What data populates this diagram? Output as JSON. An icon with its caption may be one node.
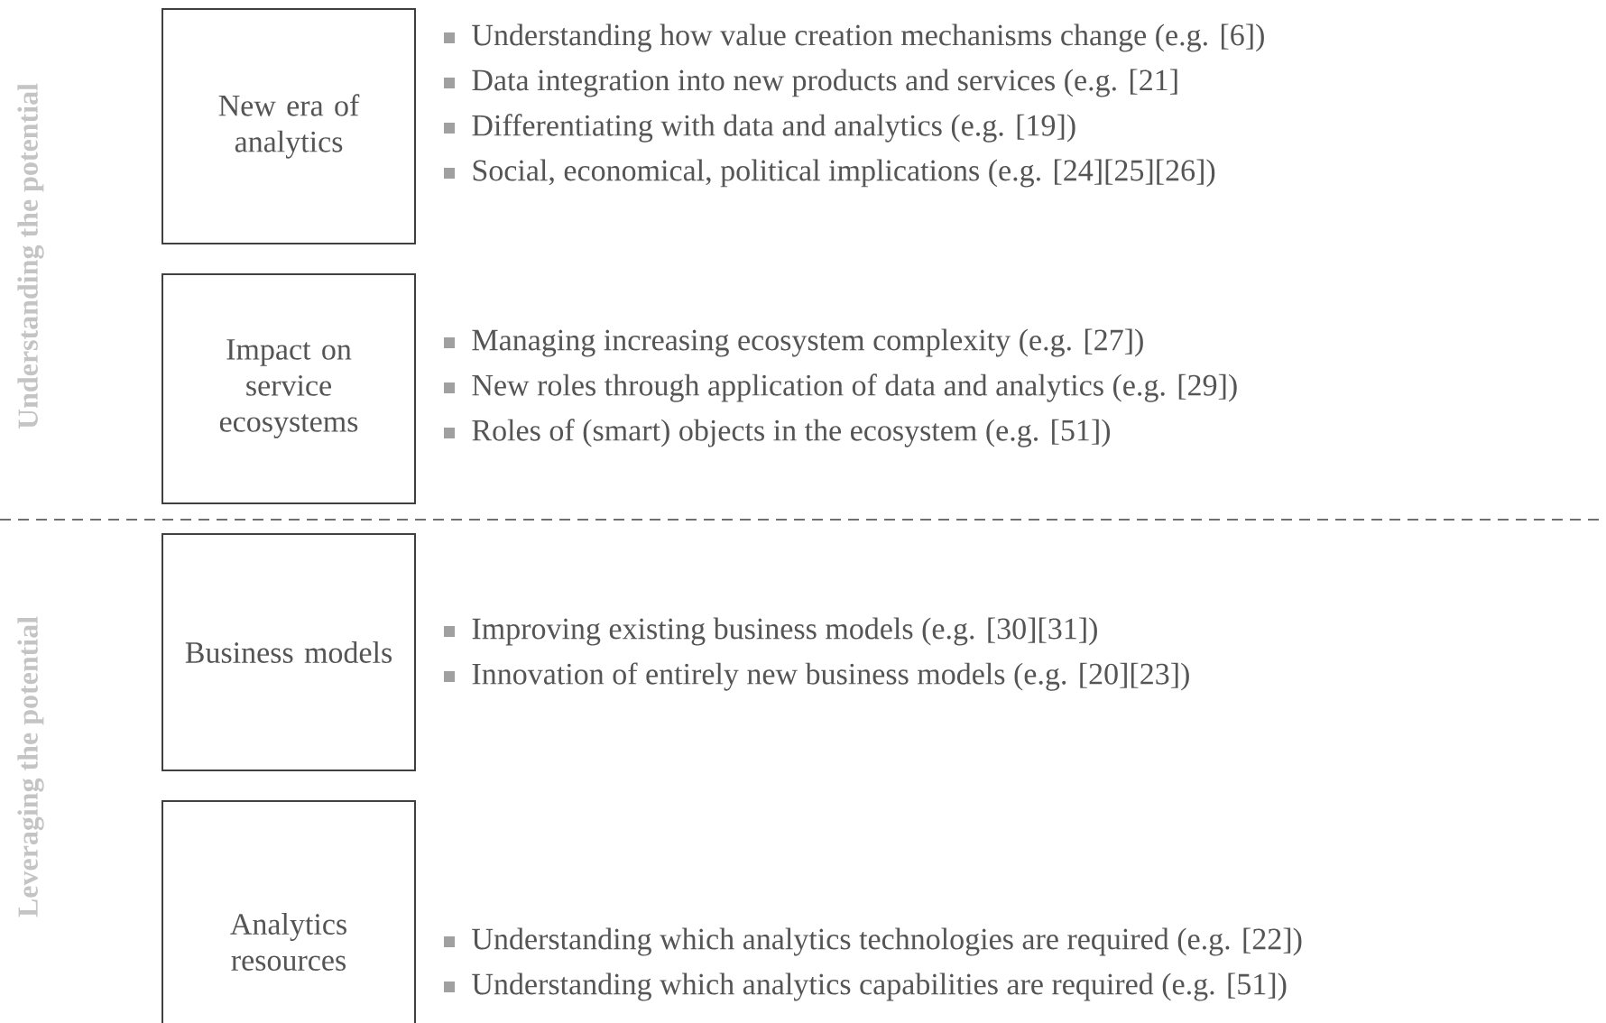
{
  "diagram": {
    "nodes": [
      {
        "text": [
          "New era of analytics"
        ],
        "beside": [
          "Understanding how value creation mechanisms change (e.g. [6])",
          "Data integration into new products and services (e.g. [21]",
          "Differentiating with data and analytics (e.g. [19])",
          "Social, economical, political implications (e.g. [24][25][26])"
        ]
      },
      {
        "text": [
          "Impact on service ecosystems"
        ],
        "beside": [
          "Managing increasing ecosystem complexity (e.g. [27])",
          "New roles through application of data and analytics (e.g. [29])",
          "Roles of (smart) objects in the ecosystem (e.g. [51])"
        ]
      },
      {
        "text": [
          "Business models"
        ],
        "beside": [
          "Improving existing business models (e.g. [30][31])",
          "Innovation of entirely new business models (e.g. [20][23])"
        ]
      },
      {
        "text": [
          "Analytics resources"
        ],
        "beside": [
          "Understanding which analytics technologies are required (e.g. [22])",
          "Understanding which analytics capabilities are required (e.g. [51])"
        ]
      }
    ],
    "labels": [
      "Understanding the potential",
      "Leveraging the potential"
    ]
  }
}
